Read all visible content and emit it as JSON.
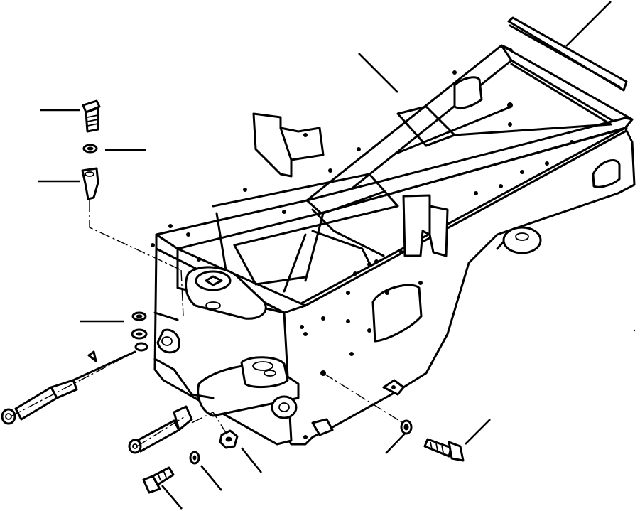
{
  "diagram": {
    "background": "#ffffff",
    "ink_color": "#000000",
    "parts": [
      {
        "name": "main-frame"
      },
      {
        "name": "rear-cover-strip"
      },
      {
        "name": "grease-fitting-bolt"
      },
      {
        "name": "lock-washer-top"
      },
      {
        "name": "pivot-pin-sleeve"
      },
      {
        "name": "shim-washers"
      },
      {
        "name": "upper-pivot-pin"
      },
      {
        "name": "lower-pivot-pin"
      },
      {
        "name": "side-bolt"
      },
      {
        "name": "side-washer"
      },
      {
        "name": "bottom-bolt"
      },
      {
        "name": "bottom-washer"
      },
      {
        "name": "bottom-nut"
      }
    ]
  }
}
